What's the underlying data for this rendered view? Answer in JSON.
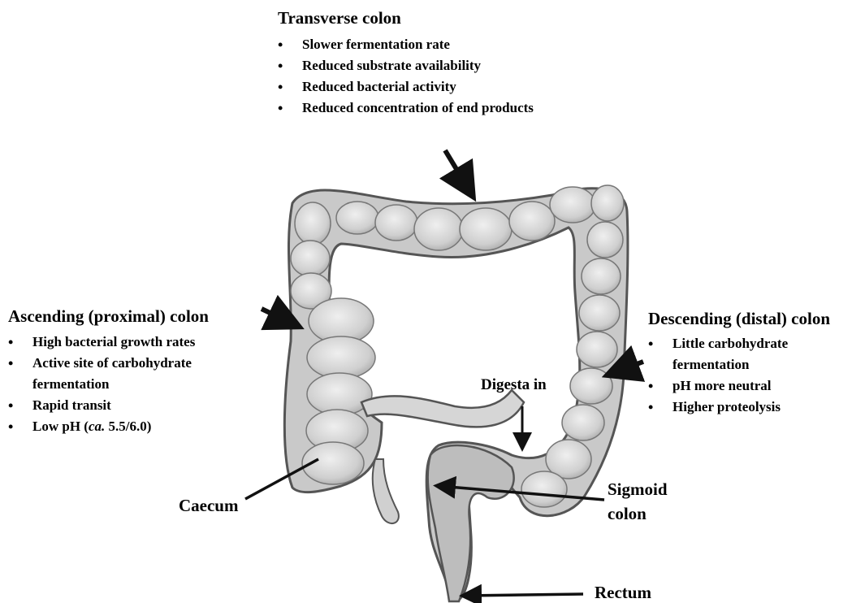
{
  "transverse": {
    "title": "Transverse colon",
    "items": [
      "Slower fermentation rate",
      "Reduced substrate availability",
      "Reduced bacterial activity",
      "Reduced concentration of end products"
    ]
  },
  "ascending": {
    "title": "Ascending (proximal) colon",
    "items": [
      "High bacterial growth rates",
      "Active site of carbohydrate",
      "fermentation",
      "Rapid transit",
      "Low pH (ca. 5.5/6.0)"
    ]
  },
  "descending": {
    "title": "Descending (distal) colon",
    "items": [
      "Little carbohydrate",
      "fermentation",
      "pH more neutral",
      "Higher proteolysis"
    ]
  },
  "labels": {
    "digesta": "Digesta in",
    "caecum": "Caecum",
    "sigmoid_line1": "Sigmoid",
    "sigmoid_line2": "colon",
    "rectum": "Rectum"
  },
  "colors": {
    "colon_fill": "#d4d4d4",
    "colon_outline": "#555555",
    "arrow": "#111111"
  }
}
